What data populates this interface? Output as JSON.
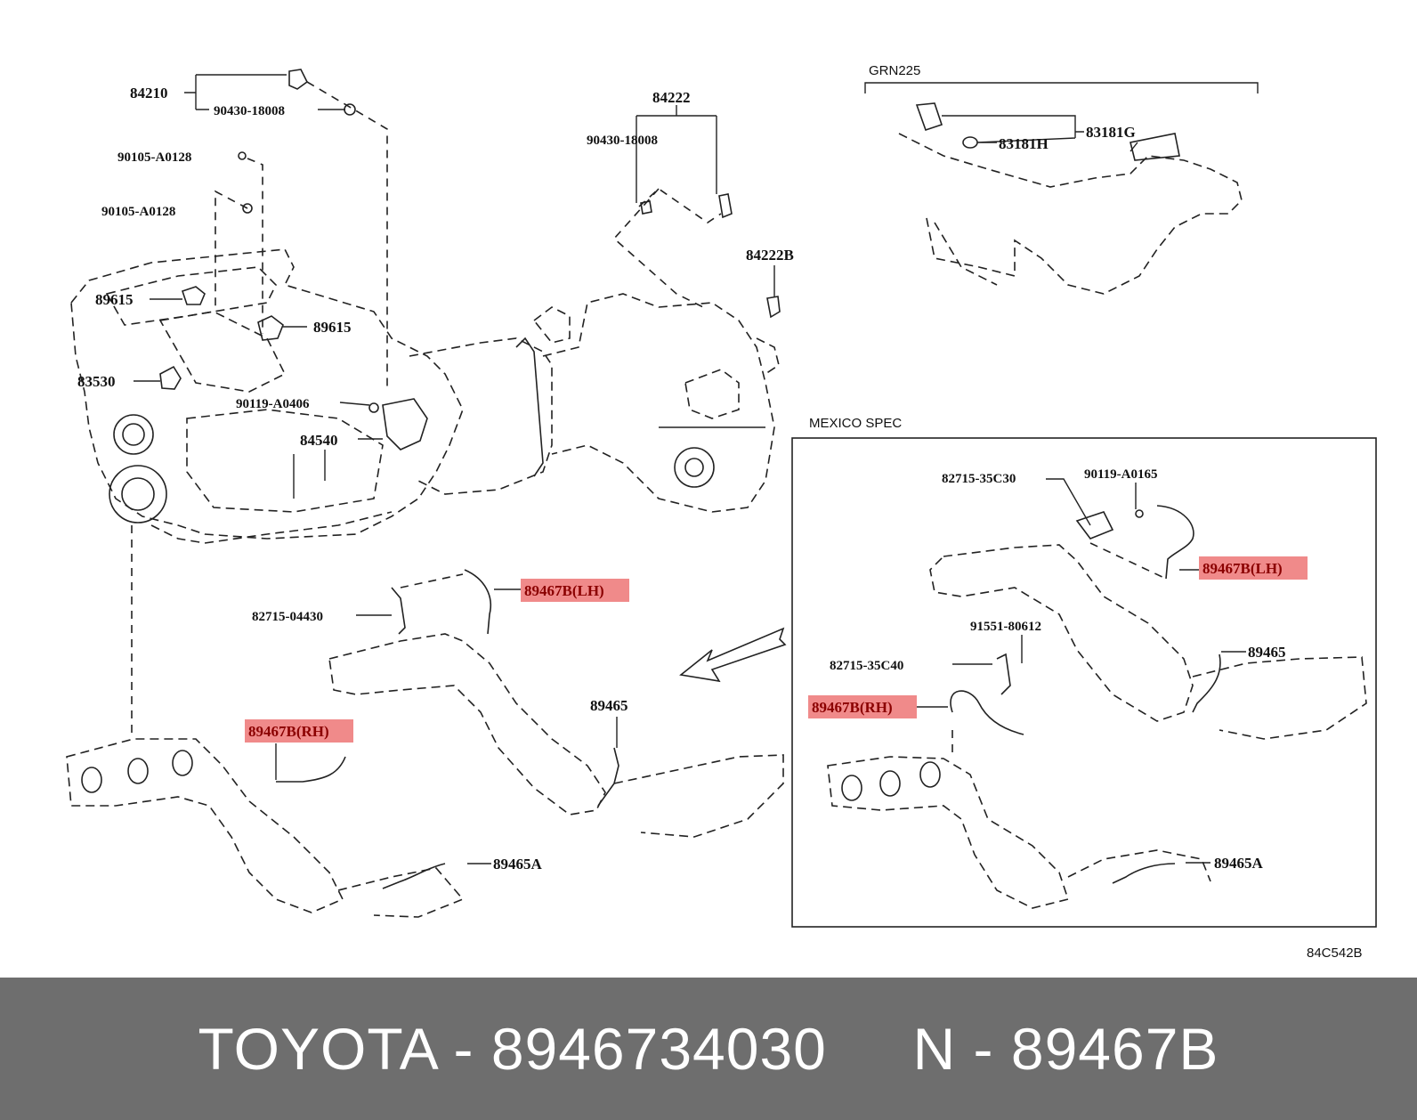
{
  "labels": {
    "p84210": "84210",
    "p90430_a": "90430-18008",
    "p90105_a": "90105-A0128",
    "p90105_b": "90105-A0128",
    "p89615_a": "89615",
    "p89615_b": "89615",
    "p83530": "83530",
    "p90119_a": "90119-A0406",
    "p84540": "84540",
    "p84222": "84222",
    "p90430_b": "90430-18008",
    "p84222b": "84222B",
    "grn225": "GRN225",
    "p83181g": "83181G",
    "p83181h": "83181H",
    "mexico_spec": "MEXICO SPEC",
    "p82715_35c30": "82715-35C30",
    "p90119_b": "90119-A0165",
    "p89467b_lh_mx": "89467B(LH)",
    "p91551": "91551-80612",
    "p82715_35c40": "82715-35C40",
    "p89467b_rh_mx": "89467B(RH)",
    "p89465_mx": "89465",
    "p89465a_mx": "89465A",
    "p82715_04430": "82715-04430",
    "p89467b_lh": "89467B(LH)",
    "p89467b_rh": "89467B(RH)",
    "p89465": "89465",
    "p89465a": "89465A",
    "diagram_code": "84C542B"
  },
  "footer": "TOYOTA - 8946734030     N - 89467B",
  "colors": {
    "highlight": "#f08a8a",
    "footer_bg": "#6e6e6e",
    "line": "#222222"
  }
}
